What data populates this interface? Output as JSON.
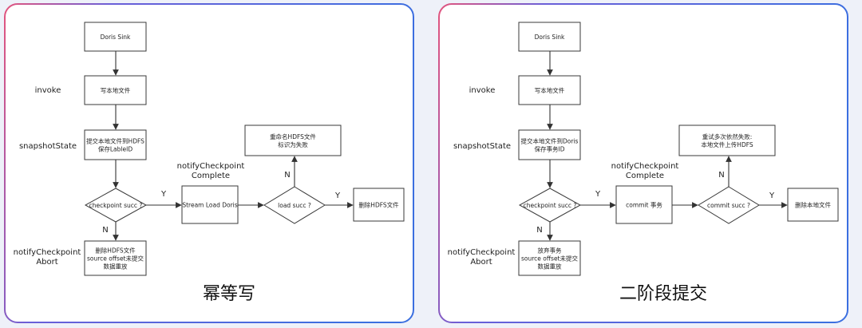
{
  "panels": [
    {
      "caption": "幂等写",
      "nodes": {
        "sink": [
          "Doris Sink"
        ],
        "write": [
          "写本地文件"
        ],
        "submit": [
          "提交本地文件到HDFS",
          "保存LableID"
        ],
        "ckpt": [
          "checkpoint succ ?"
        ],
        "abort": [
          "删除HDFS文件",
          "source offset未提交",
          "数据重放"
        ],
        "complete": [
          "Stream Load Doris"
        ],
        "load": [
          "load succ ?"
        ],
        "retry": [
          "重命名HDFS文件",
          "标识为失败"
        ],
        "done": [
          "删除HDFS文件"
        ]
      },
      "side_labels": {
        "invoke": [
          "invoke"
        ],
        "snapshot": [
          "snapshotState"
        ],
        "complete": [
          "notifyCheckpoint",
          "Complete"
        ],
        "abort": [
          "notifyCheckpoint",
          "Abort"
        ]
      },
      "edge_labels": {
        "y1": "Y",
        "n1": "N",
        "y2": "Y",
        "n2": "N"
      }
    },
    {
      "caption": "二阶段提交",
      "nodes": {
        "sink": [
          "Doris Sink"
        ],
        "write": [
          "写本地文件"
        ],
        "submit": [
          "提交本地文件到Doris",
          "保存事务ID"
        ],
        "ckpt": [
          "checkpoint succ ?"
        ],
        "abort": [
          "放弃事务",
          "source offset未提交",
          "数据重放"
        ],
        "complete": [
          "commit 事务"
        ],
        "load": [
          "commit succ ?"
        ],
        "retry": [
          "重试多次依然失败:",
          "本地文件上传HDFS"
        ],
        "done": [
          "删除本地文件"
        ]
      },
      "side_labels": {
        "invoke": [
          "invoke"
        ],
        "snapshot": [
          "snapshotState"
        ],
        "complete": [
          "notifyCheckpoint",
          "Complete"
        ],
        "abort": [
          "notifyCheckpoint",
          "Abort"
        ]
      },
      "edge_labels": {
        "y1": "Y",
        "n1": "N",
        "y2": "Y",
        "n2": "N"
      }
    }
  ]
}
